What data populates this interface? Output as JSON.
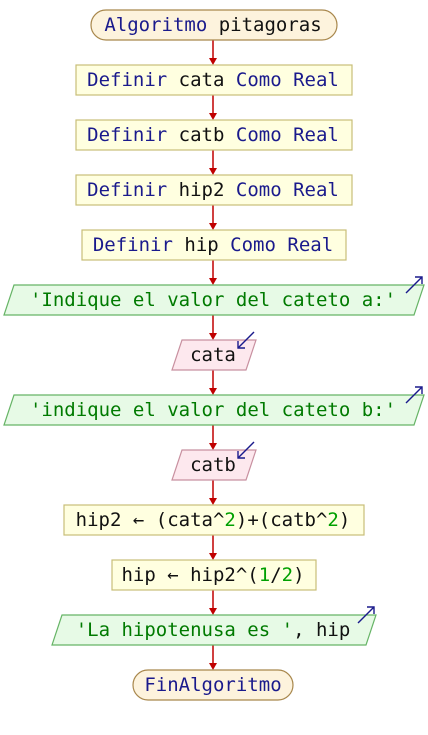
{
  "colors": {
    "terminal_fill": "#fdf3dd",
    "terminal_stroke": "#a8874c",
    "process_fill": "#ffffe0",
    "process_stroke": "#c8be78",
    "io_output_fill": "#e7fae6",
    "io_output_stroke": "#66b466",
    "io_input_fill": "#fde8ee",
    "io_input_stroke": "#c890a0",
    "arrow": "#c00000",
    "io_arrow": "#1a1a8c"
  },
  "nodes": [
    {
      "id": "start",
      "shape": "terminal",
      "tokens": [
        {
          "t": "Algoritmo",
          "c": "kw"
        },
        {
          "t": " ",
          "c": "op"
        },
        {
          "t": "pitagoras",
          "c": "id"
        }
      ]
    },
    {
      "id": "def-cata",
      "shape": "process",
      "tokens": [
        {
          "t": "Definir",
          "c": "kw"
        },
        {
          "t": " ",
          "c": "op"
        },
        {
          "t": "cata",
          "c": "id"
        },
        {
          "t": " ",
          "c": "op"
        },
        {
          "t": "Como",
          "c": "kw"
        },
        {
          "t": " ",
          "c": "op"
        },
        {
          "t": "Real",
          "c": "kw"
        }
      ]
    },
    {
      "id": "def-catb",
      "shape": "process",
      "tokens": [
        {
          "t": "Definir",
          "c": "kw"
        },
        {
          "t": " ",
          "c": "op"
        },
        {
          "t": "catb",
          "c": "id"
        },
        {
          "t": " ",
          "c": "op"
        },
        {
          "t": "Como",
          "c": "kw"
        },
        {
          "t": " ",
          "c": "op"
        },
        {
          "t": "Real",
          "c": "kw"
        }
      ]
    },
    {
      "id": "def-hip2",
      "shape": "process",
      "tokens": [
        {
          "t": "Definir",
          "c": "kw"
        },
        {
          "t": " ",
          "c": "op"
        },
        {
          "t": "hip2",
          "c": "id"
        },
        {
          "t": " ",
          "c": "op"
        },
        {
          "t": "Como",
          "c": "kw"
        },
        {
          "t": " ",
          "c": "op"
        },
        {
          "t": "Real",
          "c": "kw"
        }
      ]
    },
    {
      "id": "def-hip",
      "shape": "process",
      "tokens": [
        {
          "t": "Definir",
          "c": "kw"
        },
        {
          "t": " ",
          "c": "op"
        },
        {
          "t": "hip",
          "c": "id"
        },
        {
          "t": " ",
          "c": "op"
        },
        {
          "t": "Como",
          "c": "kw"
        },
        {
          "t": " ",
          "c": "op"
        },
        {
          "t": "Real",
          "c": "kw"
        }
      ]
    },
    {
      "id": "out-cateto-a",
      "shape": "output",
      "tokens": [
        {
          "t": "'Indique el valor del cateto a:'",
          "c": "str"
        }
      ]
    },
    {
      "id": "in-cata",
      "shape": "input",
      "tokens": [
        {
          "t": "cata",
          "c": "id"
        }
      ]
    },
    {
      "id": "out-cateto-b",
      "shape": "output",
      "tokens": [
        {
          "t": "'indique el valor del cateto b:'",
          "c": "str"
        }
      ]
    },
    {
      "id": "in-catb",
      "shape": "input",
      "tokens": [
        {
          "t": "catb",
          "c": "id"
        }
      ]
    },
    {
      "id": "calc-hip2",
      "shape": "process",
      "tokens": [
        {
          "t": "hip2",
          "c": "id"
        },
        {
          "t": " ← (",
          "c": "op"
        },
        {
          "t": "cata",
          "c": "id"
        },
        {
          "t": "^",
          "c": "op"
        },
        {
          "t": "2",
          "c": "num"
        },
        {
          "t": ")+(",
          "c": "op"
        },
        {
          "t": "catb",
          "c": "id"
        },
        {
          "t": "^",
          "c": "op"
        },
        {
          "t": "2",
          "c": "num"
        },
        {
          "t": ")",
          "c": "op"
        }
      ]
    },
    {
      "id": "calc-hip",
      "shape": "process",
      "tokens": [
        {
          "t": "hip",
          "c": "id"
        },
        {
          "t": " ← ",
          "c": "op"
        },
        {
          "t": "hip2",
          "c": "id"
        },
        {
          "t": "^(",
          "c": "op"
        },
        {
          "t": "1",
          "c": "num"
        },
        {
          "t": "/",
          "c": "op"
        },
        {
          "t": "2",
          "c": "num"
        },
        {
          "t": ")",
          "c": "op"
        }
      ]
    },
    {
      "id": "out-result",
      "shape": "output",
      "tokens": [
        {
          "t": "'La hipotenusa es '",
          "c": "str"
        },
        {
          "t": ", ",
          "c": "op"
        },
        {
          "t": "hip",
          "c": "id"
        }
      ]
    },
    {
      "id": "end",
      "shape": "terminal",
      "tokens": [
        {
          "t": "FinAlgoritmo",
          "c": "kw"
        }
      ]
    }
  ]
}
